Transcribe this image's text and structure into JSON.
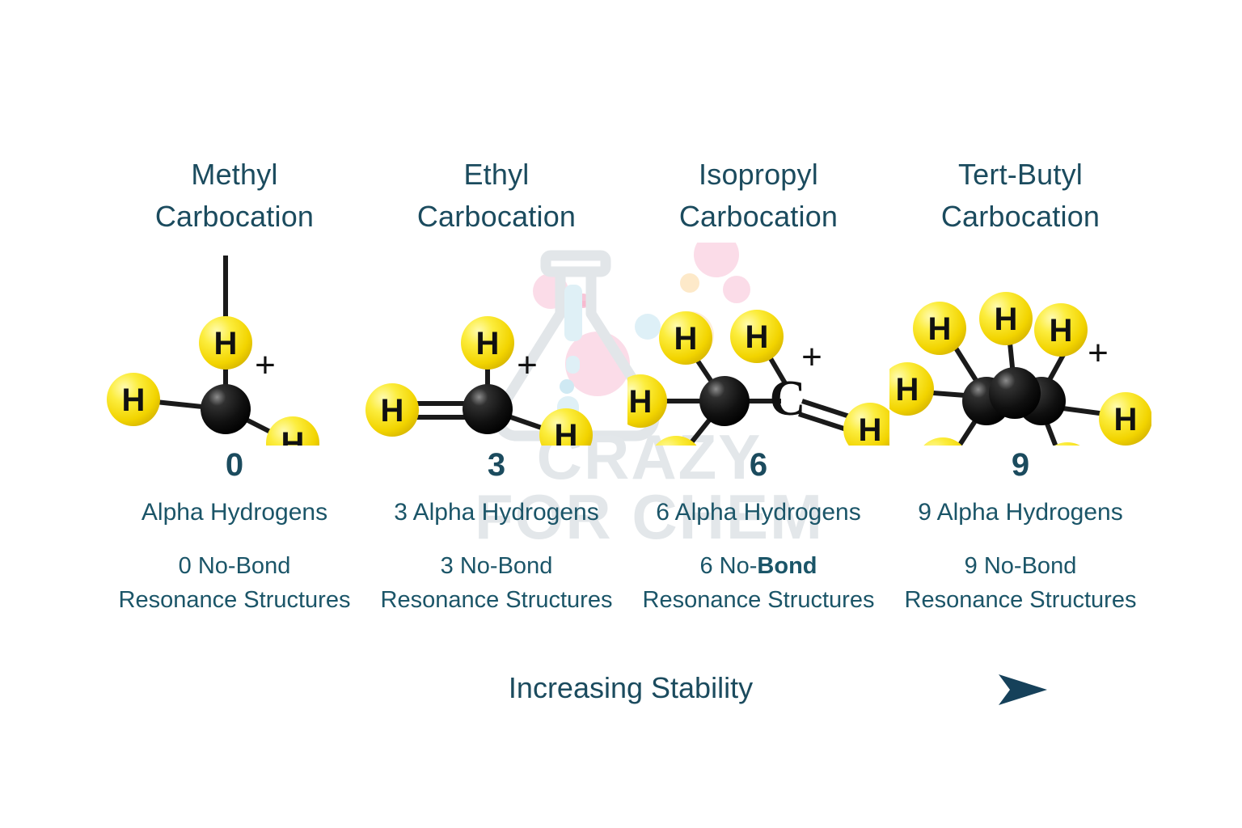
{
  "page": {
    "background": "#ffffff",
    "accent_color": "#1b4b5e",
    "body_text_color": "#1b5568",
    "hydrogen_color": "#f5e12a",
    "carbon_color": "#111111"
  },
  "watermark": {
    "text": "CRAZY\nFOR CHEM",
    "icon": "flask-icon",
    "color": "#e3e7ea"
  },
  "columns": [
    {
      "title": "Methyl\nCarbocation",
      "count": "0",
      "alpha_label": "Alpha Hydrogens",
      "nobond_line1_pre": "0 No-",
      "nobond_line1_bold": "Bond",
      "nobond_line1_bold_is_bold": false,
      "nobond_line2": "Resonance Structures",
      "charge": "+",
      "molecule": "methyl-cation"
    },
    {
      "title": "Ethyl\nCarbocation",
      "count": "3",
      "alpha_label": "3 Alpha Hydrogens",
      "nobond_line1_pre": "3 No-",
      "nobond_line1_bold": "Bond",
      "nobond_line1_bold_is_bold": false,
      "nobond_line2": "Resonance Structures",
      "charge": "+",
      "molecule": "ethyl-cation"
    },
    {
      "title": "Isopropyl\nCarbocation",
      "count": "6",
      "alpha_label": "6 Alpha Hydrogens",
      "nobond_line1_pre": "6 No-",
      "nobond_line1_bold": "Bond",
      "nobond_line1_bold_is_bold": true,
      "nobond_line2": "Resonance Structures",
      "charge": "+",
      "molecule": "isopropyl-cation"
    },
    {
      "title": "Tert-Butyl\nCarbocation",
      "count": "9",
      "alpha_label": "9 Alpha Hydrogens",
      "nobond_line1_pre": "9 No-",
      "nobond_line1_bold": "Bond",
      "nobond_line1_bold_is_bold": false,
      "nobond_line2": "Resonance Structures",
      "charge": "+",
      "molecule": "tert-butyl-cation"
    }
  ],
  "atom_label": "H",
  "carbon_letter": "C",
  "footer": {
    "arrow_label": "Increasing Stability",
    "arrow_direction": "right",
    "arrow_color_start": "#d8e2e6",
    "arrow_color_end": "#1b4b5e"
  }
}
